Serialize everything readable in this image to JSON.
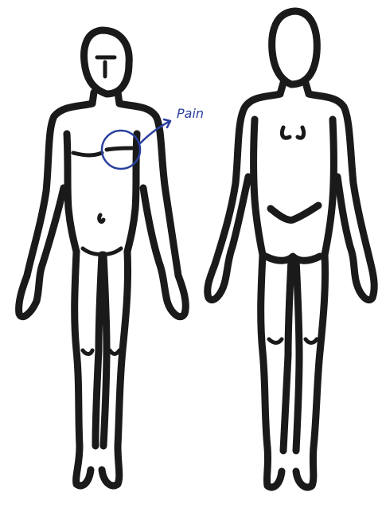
{
  "annotation": {
    "label": "Pain",
    "color": "#2a3f9e"
  },
  "figures": [
    {
      "view": "front"
    },
    {
      "view": "back"
    }
  ],
  "colors": {
    "outline": "#1a1a1a",
    "background": "#ffffff"
  }
}
